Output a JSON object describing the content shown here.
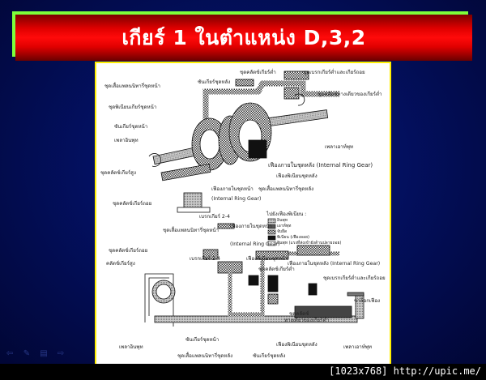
{
  "slide": {
    "title": "เกียร์ 1 ในตำแหน่ง D,3,2",
    "colors": {
      "title_bar": "#e00000",
      "title_shadow": "#7dff3a",
      "frame": "#ffee00",
      "background": "#031060"
    }
  },
  "diagram": {
    "top_labels": [
      "ชุดคลัตช์เกียร์ต่ำ",
      "ชุดเบรกเกียร์ต่ำและเกียร์ถอย",
      "ซันเกียร์ชุดหลัง",
      "ชุดเสื้อแพลนนิทารี่ชุดหน้า",
      "ชุดคลัตช์ทางเดียวของเกียร์ต่ำ",
      "ชุดพิเนียนเกียร์ชุดหน้า",
      "ซันเกียร์ชุดหน้า",
      "เพลาอินพุท",
      "เพลาเอาท์พุท",
      "เฟืองภายในชุดหลัง (Internal Ring Gear)",
      "ชุดคลัตช์เกียร์สูง",
      "เฟืองพิเนียนชุดหลัง",
      "เฟืองภายในชุดหน้า",
      "ชุดเสื้อแพลนนิทารี่ชุดหลัง",
      "(Internal Ring Gear)",
      "ชุดคลัตช์เกียร์ถอย",
      "เบรกเกียร์ 2-4"
    ],
    "legend": {
      "title": "ไปยังเฟืองพิเนียน :",
      "items": [
        "อินพุท",
        "เอาท์พุท",
        "จับยึด",
        "พิเนียน (เฟืองลอย)",
        "อินพุท (แรงที่ส่งเข้ายังด้านปลายถอย)"
      ]
    },
    "bottom_labels": [
      "ชุดเสื้อแพลนนิทารี่ชุดหน้า",
      "เฟืองภายในชุดหน้า",
      "(Internal Ring Gear)",
      "ชุดคลัตช์เกียร์ถอย",
      "เบรกเกียร์ 2-4",
      "คลัตช์เกียร์สูง",
      "เฟืองพิเนียนชุดหน้า",
      "เฟืองภายในชุดหลัง (Internal Ring Gear)",
      "ชุดคลัตช์เกียร์ต่ำ",
      "ชุดเบรกเกียร์ต่ำและเกียร์ถอย",
      "ขาล็อกเฟือง",
      "ชุดคลัตช์",
      "ทางเดียวของเกียร์ต่ำ",
      "เพลาอินพุท",
      "ซันเกียร์ชุดหน้า",
      "เฟืองพิเนียนชุดหลัง",
      "เพลาเอาท์พุท",
      "ชุดเสื้อแพลนนิทารี่ชุดหลัง",
      "ซันเกียร์ชุดหลัง"
    ]
  },
  "nav": {
    "icons": [
      "arrow-left-icon",
      "pen-icon",
      "menu-icon",
      "arrow-right-icon"
    ],
    "glyphs": [
      "⇦",
      "✎",
      "▤",
      "⇨"
    ]
  },
  "footer": {
    "watermark": "[1023x768] http://upic.me/"
  }
}
